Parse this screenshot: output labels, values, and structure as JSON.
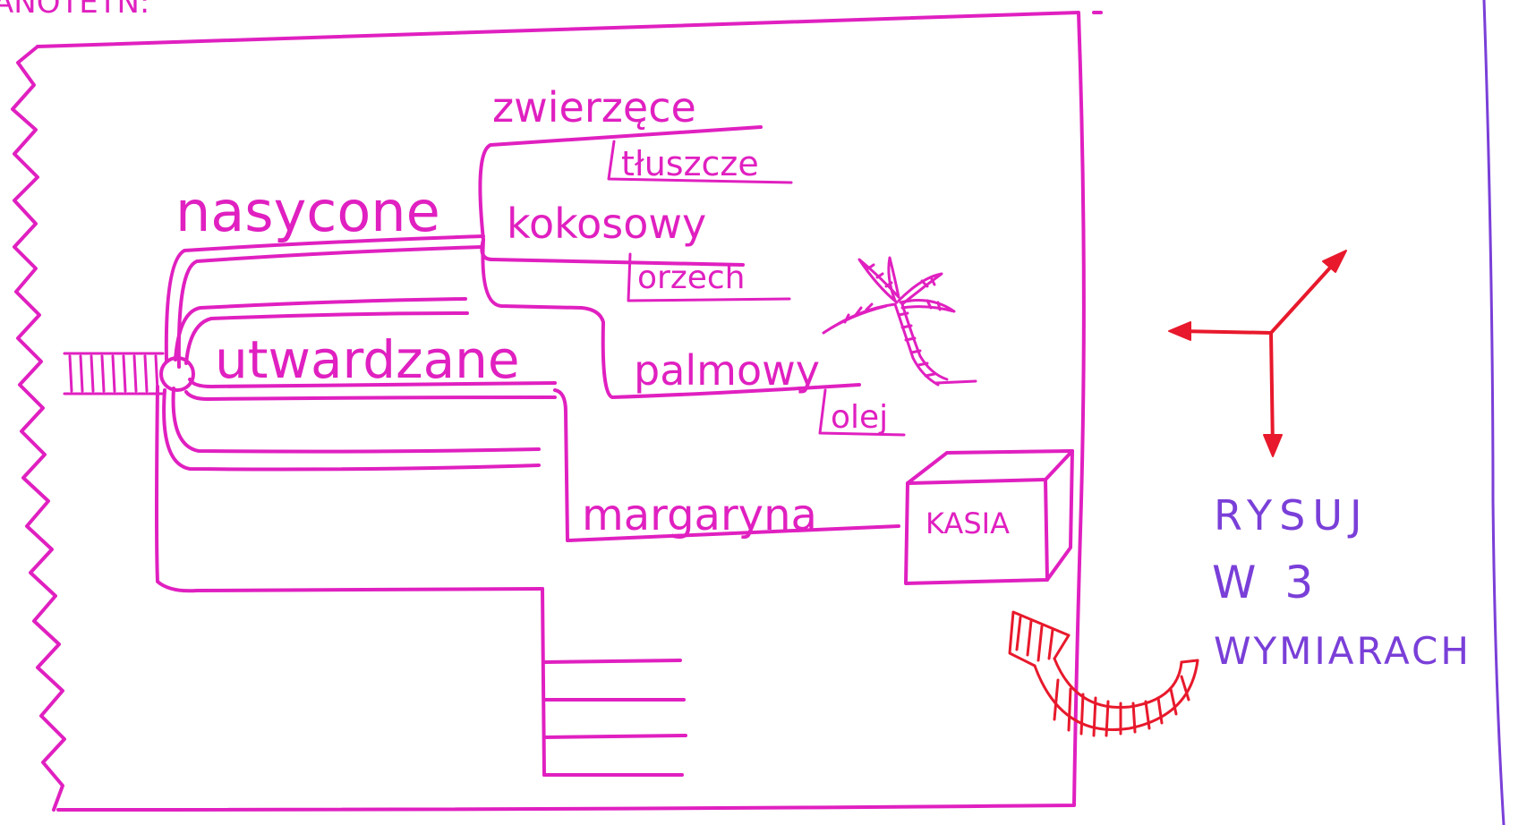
{
  "header_fragment": "ANOTETN:",
  "labels": {
    "nasycone": "nasycone",
    "zwierzece": "zwierzęce",
    "tluszcze": "tłuszcze",
    "kokosowy": "kokosowy",
    "orzech": "orzech",
    "utwardzane": "utwardzane",
    "palmowy": "palmowy",
    "olej": "olej",
    "margaryna": "margaryna",
    "kasia": "KASIA"
  },
  "note": {
    "line1": "RYSUJ",
    "line2": "W 3",
    "line3": "WYMIARACH"
  },
  "colors": {
    "magenta": "#e020c0",
    "red": "#e8192c",
    "purple": "#7a3fd8",
    "background": "#ffffff"
  }
}
